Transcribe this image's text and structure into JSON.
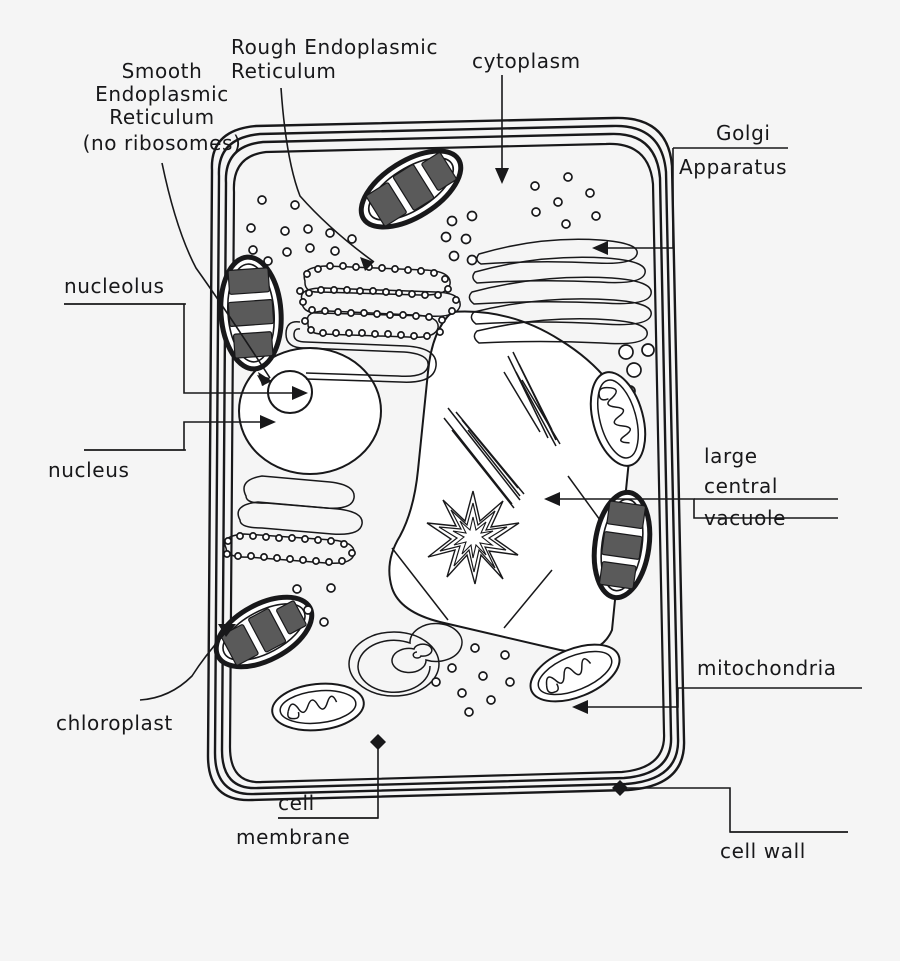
{
  "diagram": {
    "title": "Plant Cell Diagram",
    "background_color": "#f5f5f5",
    "ink_color": "#18181a"
  },
  "labels": {
    "smooth_er": {
      "line1": "Smooth",
      "line2": "Endoplasmic",
      "line3": "Reticulum",
      "line4": "(no ribosomes)"
    },
    "rough_er": {
      "line1": "Rough Endoplasmic",
      "line2": "Reticulum"
    },
    "cytoplasm": "cytoplasm",
    "golgi": {
      "line1": "Golgi",
      "line2": "Apparatus"
    },
    "nucleolus": "nucleolus",
    "nucleus": "nucleus",
    "vacuole": {
      "line1": "large",
      "line2": "central",
      "line3": "vacuole"
    },
    "mitochondria": "mitochondria",
    "chloroplast": "chloroplast",
    "cell_membrane": {
      "line1": "cell",
      "line2": "membrane"
    },
    "cell_wall": "cell wall"
  },
  "structures": {
    "cell_wall": "cell-wall",
    "cell_membrane": "cell-membrane",
    "nucleus": "nucleus",
    "nucleolus": "nucleolus",
    "vacuole": "large-central-vacuole",
    "golgi": "golgi-apparatus",
    "rough_er": "rough-endoplasmic-reticulum",
    "smooth_er": "smooth-endoplasmic-reticulum",
    "chloroplast_count": 4,
    "mitochondria_count": 3,
    "starch_granule": "starch-granule",
    "druse_crystal": "druse-crystal",
    "raphide_bundles": 3,
    "ribosomes": "ribosome-dots"
  }
}
